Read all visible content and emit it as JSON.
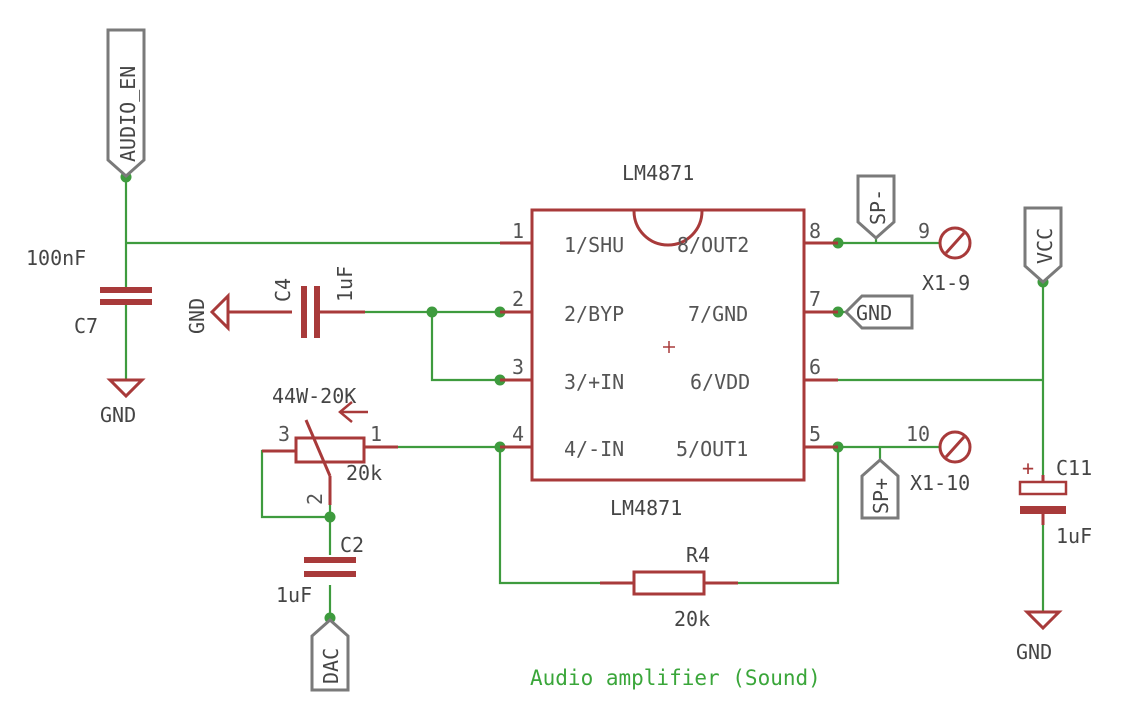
{
  "title": "Audio amplifier (Sound)",
  "ic": {
    "name_top": "LM4871",
    "name_bottom": "LM4871",
    "pins_left": [
      {
        "num": "1",
        "label": "1/SHU"
      },
      {
        "num": "2",
        "label": "2/BYP"
      },
      {
        "num": "3",
        "label": "3/+IN"
      },
      {
        "num": "4",
        "label": "4/-IN"
      }
    ],
    "pins_right": [
      {
        "num": "8",
        "label": "8/OUT2"
      },
      {
        "num": "7",
        "label": "7/GND"
      },
      {
        "num": "6",
        "label": "6/VDD"
      },
      {
        "num": "5",
        "label": "5/OUT1"
      }
    ]
  },
  "net_labels": {
    "audio_en": "AUDIO_EN",
    "sp_minus": "SP-",
    "sp_plus": "SP+",
    "vcc": "VCC",
    "gnd_pin7": "GND",
    "dac": "DAC"
  },
  "components": {
    "c7": {
      "name": "C7",
      "value": "100nF"
    },
    "c4": {
      "name": "C4",
      "value": "1uF"
    },
    "c2": {
      "name": "C2",
      "value": "1uF"
    },
    "c11": {
      "name": "C11",
      "value": "1uF"
    },
    "r4": {
      "name": "R4",
      "value": "20k"
    },
    "pot": {
      "name": "44W-20K",
      "value": "20k",
      "pin1": "1",
      "pin2": "2",
      "pin3": "3"
    }
  },
  "ground_symbols": {
    "left": "GND",
    "c4": "GND",
    "c11": "GND"
  },
  "connectors": {
    "x1_9": {
      "name": "X1-9",
      "pin": "9"
    },
    "x1_10": {
      "name": "X1-10",
      "pin": "10"
    }
  },
  "colors": {
    "wire": "#3e9b3e",
    "component": "#a83a3a",
    "net_label": "#7a7a7a",
    "text": "#454545",
    "note": "#3aa63a"
  }
}
